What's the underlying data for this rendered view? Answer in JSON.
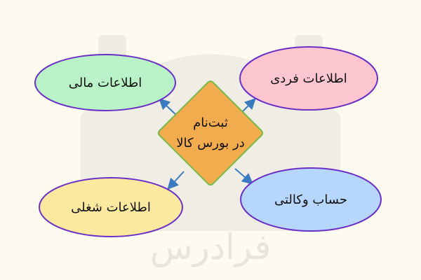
{
  "diagram": {
    "center": {
      "line1": "ثبت‌نام",
      "line2": "در بورس کالا"
    },
    "nodes": [
      {
        "id": "financial",
        "label": "اطلاعات مالی",
        "fill": "#b9f2c6",
        "stroke": "#6a2fc7"
      },
      {
        "id": "personal",
        "label": "اطلاعات فردی",
        "fill": "#fbc6cf",
        "stroke": "#6a2fc7"
      },
      {
        "id": "occupational",
        "label": "اطلاعات شغلی",
        "fill": "#fce9a0",
        "stroke": "#6a2fc7"
      },
      {
        "id": "brokerage",
        "label": "حساب وکالتی",
        "fill": "#b7d6fb",
        "stroke": "#6a2fc7"
      }
    ],
    "center_fill": "#f2ac4e",
    "center_stroke": "#78b94a",
    "arrow_color": "#3a7bbf"
  },
  "watermark": {
    "text": "فرادرس"
  }
}
